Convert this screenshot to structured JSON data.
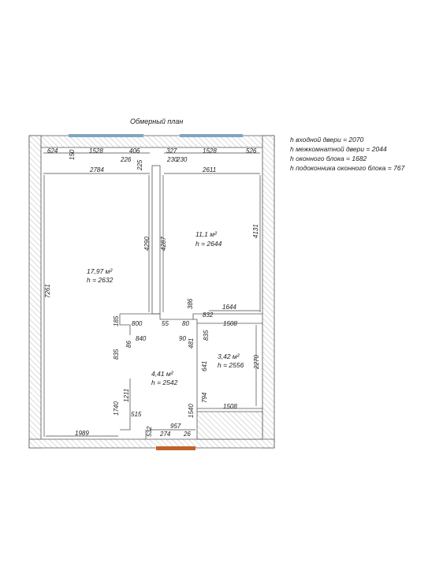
{
  "title": "Обмерный план",
  "notes": [
    "h входной двери = 2070",
    "h межкомнатной двери = 2044",
    "h оконного блока = 1682",
    "h подоконника оконного блока = 767"
  ],
  "rooms": [
    {
      "id": "room-living",
      "area": "17,97 м²",
      "height": "h = 2632"
    },
    {
      "id": "room-bedroom",
      "area": "11,1 м²",
      "height": "h = 2644"
    },
    {
      "id": "room-hall",
      "area": "4,41 м²",
      "height": "h = 2542"
    },
    {
      "id": "room-bath",
      "area": "3,42 м²",
      "height": "h = 2556"
    }
  ],
  "dimensions": {
    "d624": "624",
    "d150": "150",
    "d1528a": "1528",
    "d406": "406",
    "d327": "327",
    "d1528b": "1528",
    "d526": "526",
    "d226": "226",
    "d225": "225",
    "d230a": "230",
    "d230b": "230",
    "d2784": "2784",
    "d2611": "2611",
    "d4290": "4290",
    "d4287": "4287",
    "d4131": "4131",
    "d7261": "7261",
    "d386": "386",
    "d832": "832",
    "d1644": "1644",
    "d185": "185",
    "d800": "800",
    "d55": "55",
    "d80": "80",
    "d1508a": "1508",
    "d840": "840",
    "d86": "86",
    "d90": "90",
    "d481": "481",
    "d835a": "835",
    "d835b": "835",
    "d641": "641",
    "d2270": "2270",
    "d1211": "1211",
    "d1740": "1740",
    "d794": "794",
    "d1540": "1540",
    "d1508b": "1508",
    "d515": "515",
    "d1989": "1989",
    "d957": "957",
    "d532": "532",
    "d274": "274",
    "d26": "26"
  },
  "colors": {
    "window": "#7fa6bf",
    "door": "#c0622a",
    "wall_stroke": "#555555",
    "hatch": "#8a8a8a"
  }
}
